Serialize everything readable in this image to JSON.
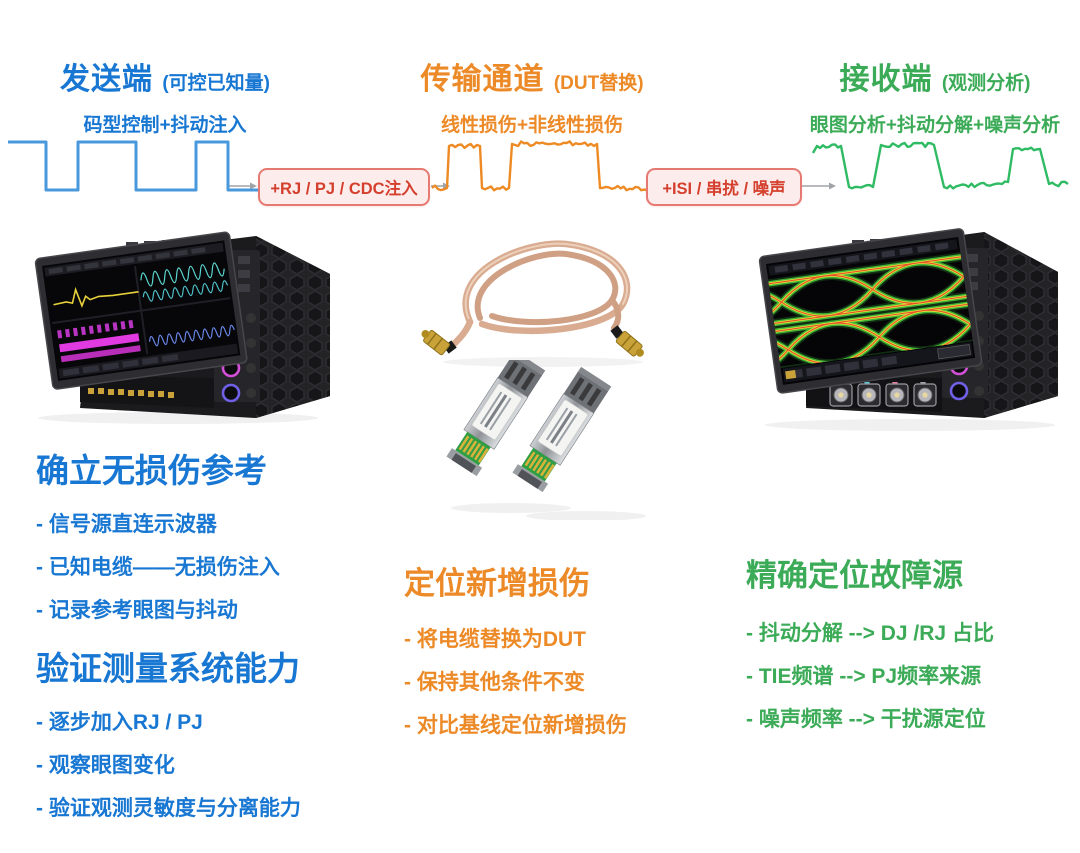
{
  "colors": {
    "blue": "#1877d2",
    "orange": "#ed8a28",
    "green": "#3bab57",
    "red_label": "#d5402e",
    "box_border": "#e57a72",
    "box_fill": "#fcecec",
    "wave_blue": "#4a98dc",
    "wave_orange": "#ee8a23",
    "wave_green": "#2fbb63",
    "arrow_gray": "#a0a4a8"
  },
  "stages": [
    {
      "name": "发送端",
      "qualifier": "(可控已知量)",
      "subtitle": "码型控制+抖动注入"
    },
    {
      "name": "传输通道",
      "qualifier": "(DUT替换)",
      "subtitle": "线性损伤+非线性损伤"
    },
    {
      "name": "接收端",
      "qualifier": "(观测分析)",
      "subtitle": "眼图分析+抖动分解+噪声分析"
    }
  ],
  "injections": [
    {
      "label": "+RJ / PJ / CDC注入"
    },
    {
      "label": "+ISI / 串扰 / 噪声"
    }
  ],
  "panels": [
    {
      "title": "确立无损伤参考",
      "bullets": [
        "- 信号源直连示波器",
        "- 已知电缆——无损伤注入",
        "- 记录参考眼图与抖动"
      ]
    },
    {
      "title": "验证测量系统能力",
      "bullets": [
        "- 逐步加入RJ / PJ",
        "- 观察眼图变化",
        "- 验证观测灵敏度与分离能力"
      ]
    },
    {
      "title": "定位新增损伤",
      "bullets": [
        "- 将电缆替换为DUT",
        "- 保持其他条件不变",
        "- 对比基线定位新增损伤"
      ]
    },
    {
      "title": "精确定位故障源",
      "bullets": [
        "- 抖动分解 --> DJ /RJ 占比",
        "- TIE频谱 --> PJ频率来源",
        "- 噪声频率 --> 干扰源定位"
      ]
    }
  ],
  "graphics": [
    {
      "icon": "oscilloscope-transmitter"
    },
    {
      "icon": "sma-coax-cable"
    },
    {
      "icon": "sfp-transceiver-pair"
    },
    {
      "icon": "oscilloscope-receiver-eye-diagram"
    },
    {
      "icon": "clean-square-wave"
    },
    {
      "icon": "jittered-square-wave"
    },
    {
      "icon": "impaired-received-wave"
    }
  ]
}
